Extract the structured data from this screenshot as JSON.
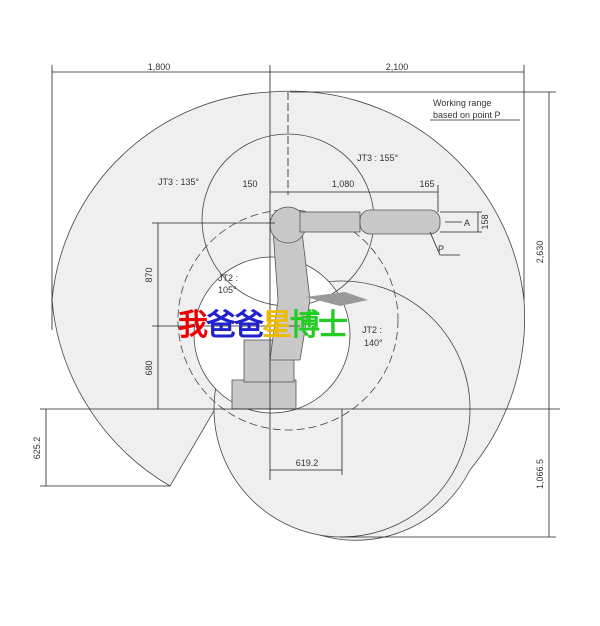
{
  "dimensions": {
    "left_reach": "1,800",
    "right_reach": "2,100",
    "total_height": "2,630",
    "below_base": "1,066.5",
    "rear_below": "625.2",
    "arm_upper": "870",
    "base_height": "680",
    "offset_150": "150",
    "arm_1080": "1,080",
    "wrist_165": "165",
    "wrist_158": "158",
    "bottom_619": "619.2"
  },
  "labels": {
    "working_range_1": "Working range",
    "working_range_2": "based on point P",
    "jt3_155": "JT3 : 155°",
    "jt3_135": "JT3 : 135°",
    "jt2_left_1": "JT2 :",
    "jt2_left_2": "105°",
    "jt2_right_1": "JT2 :",
    "jt2_right_2": "140°",
    "point_p": "P",
    "point_a": "A"
  },
  "watermark": [
    "我",
    "爸",
    "爸",
    "星",
    "博",
    "士"
  ],
  "colors": {
    "range_fill": "#efefef",
    "robot": "#c8c8c8",
    "line": "#222222"
  }
}
